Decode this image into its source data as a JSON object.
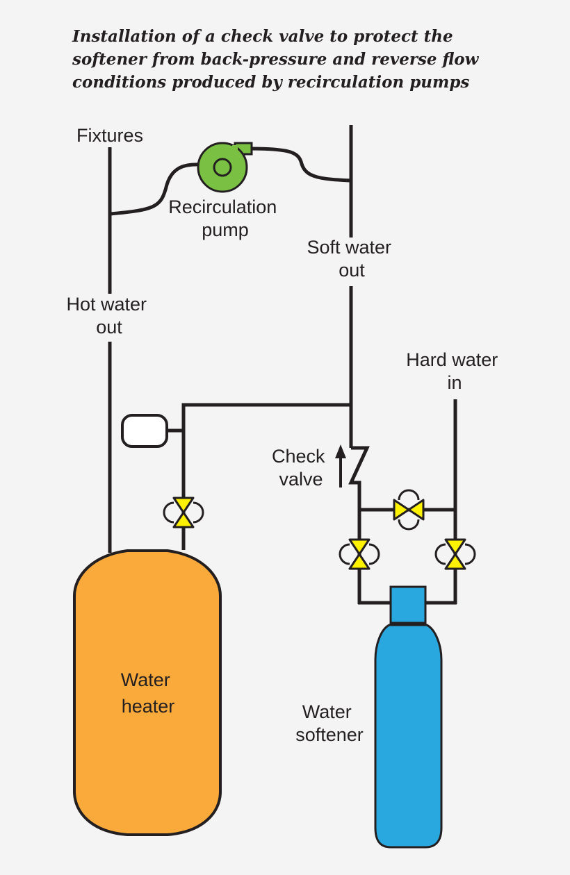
{
  "title": {
    "line1": "Installation of a check valve to protect the",
    "line2": "softener from back-pressure and reverse flow",
    "line3": "conditions produced by recirculation pumps"
  },
  "labels": {
    "fixtures": "Fixtures",
    "recirculation_pump": [
      "Recirculation",
      "pump"
    ],
    "soft_water_out": [
      "Soft water",
      "out"
    ],
    "hot_water_out": [
      "Hot water",
      "out"
    ],
    "hard_water_in": [
      "Hard water",
      "in"
    ],
    "check_valve": [
      "Check",
      "valve"
    ],
    "water_heater": [
      "Water",
      "heater"
    ],
    "water_softener": [
      "Water",
      "softener"
    ]
  },
  "colors": {
    "water_heater": "#f9aa3b",
    "water_softener": "#29a8e0",
    "pump": "#7ac143",
    "valve": "#fff200",
    "line": "#231f20",
    "background": "#f4f4f4"
  }
}
